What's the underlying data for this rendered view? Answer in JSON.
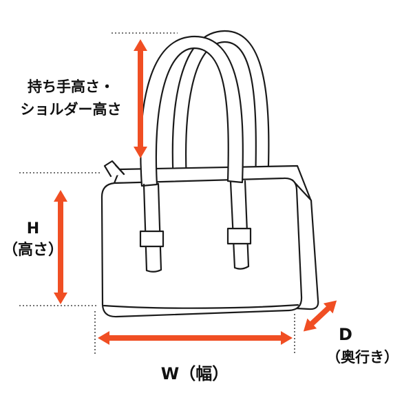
{
  "diagram": {
    "colors": {
      "arrow": "#F04E23",
      "outline": "#1a1a1a"
    },
    "labels": {
      "handle_height": {
        "line1": "持ち手高さ・",
        "line2": "ショルダー高さ"
      },
      "height": {
        "line1": "H",
        "line2": "（高さ）"
      },
      "width": "W（幅）",
      "depth": {
        "line1": "D",
        "line2": "（奥行き）"
      }
    }
  }
}
